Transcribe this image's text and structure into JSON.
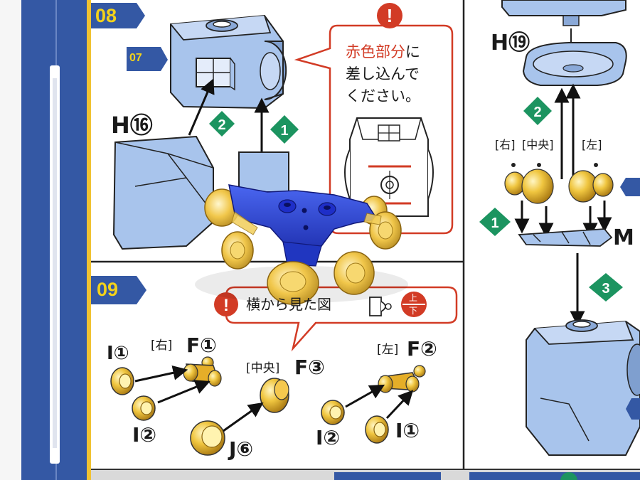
{
  "step08": {
    "number": "08",
    "ref_tag": "07",
    "part_h16": "H⑯",
    "badge_1": "1",
    "badge_2": "2",
    "caution": {
      "mark": "!",
      "line1_red": "赤色部分",
      "line1_rest": "に",
      "line2": "差し込んで",
      "line3": "ください。"
    }
  },
  "step09": {
    "number": "09",
    "caution": {
      "mark": "!",
      "text": "横から見た図",
      "direction_top": "上",
      "direction_bottom": "下"
    },
    "part_i1_left": "I①",
    "part_i2_left": "I②",
    "part_f1_pos": "[右]",
    "part_f1": "F①",
    "part_f3_pos": "[中央]",
    "part_f3": "F③",
    "part_j6": "J⑥",
    "part_f2_pos": "[左]",
    "part_f2": "F②",
    "part_i2_right": "I②",
    "part_i1_right": "I①"
  },
  "right_step": {
    "part_h19": "H⑲",
    "badge_1": "1",
    "badge_2": "2",
    "badge_3": "3",
    "pos_right": "[右]",
    "pos_center": "[中央]",
    "pos_left": "[左]",
    "part_m": "M"
  },
  "colors": {
    "paper": "#ffffff",
    "part_blue": "#a8c4ec",
    "frame_blue": "#3458a4",
    "badge_green": "#1c9460",
    "caution_red": "#d23b25",
    "plastic_blue": "#2440d8",
    "clear_yellow": "#e8bc30"
  }
}
